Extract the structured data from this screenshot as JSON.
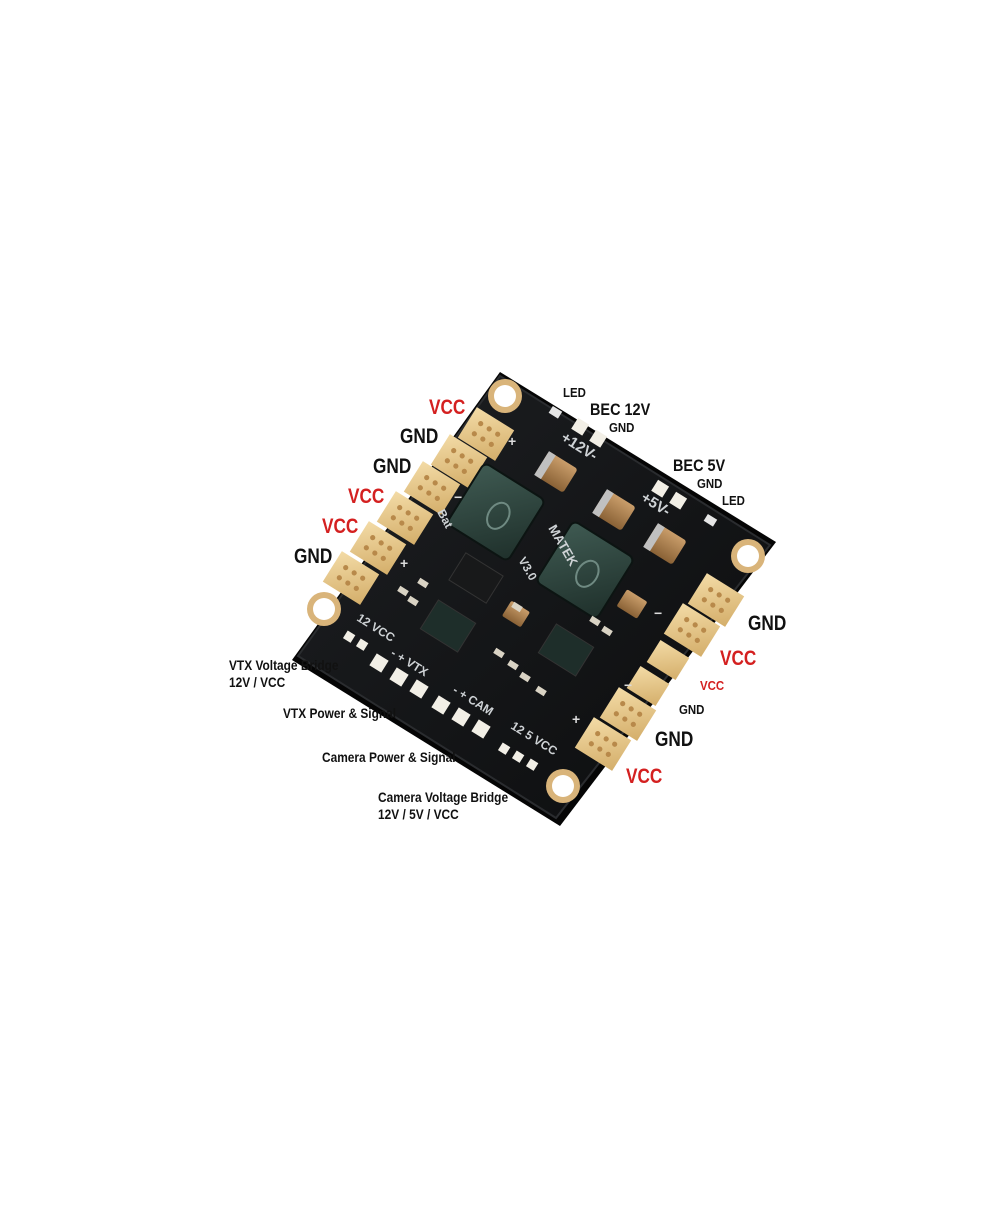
{
  "colors": {
    "vcc": "#d42020",
    "gnd": "#111111",
    "board": "#141517",
    "pad": "#e8c98a"
  },
  "silkscreen": {
    "brand": "MATEK",
    "version": "V3.0",
    "bat": "Bat",
    "v12": "+12V-",
    "v5": "+5V-",
    "vtx_bridge": "12 VCC",
    "vtx": "- + VTX",
    "cam": "- + CAM",
    "cam_bridge": "12 5 VCC"
  },
  "labels": {
    "left_vcc_top": "VCC",
    "left_gnd_1": "GND",
    "left_gnd_2": "GND",
    "left_vcc_2": "VCC",
    "left_vcc_3": "VCC",
    "left_gnd_3": "GND",
    "led_top": "LED",
    "bec12": "BEC 12V",
    "bec12_gnd": "GND",
    "bec5": "BEC 5V",
    "bec5_gnd": "GND",
    "led_right": "LED",
    "right_gnd_1": "GND",
    "right_vcc_1": "VCC",
    "right_vcc_small": "VCC",
    "right_gnd_small": "GND",
    "right_gnd_2": "GND",
    "right_vcc_2": "VCC"
  },
  "descriptions": {
    "vtx_bridge_l1": "VTX Voltage Bridge",
    "vtx_bridge_l2": "12V / VCC",
    "vtx_power": "VTX Power & Signal",
    "cam_power": "Camera Power & Signal",
    "cam_bridge_l1": "Camera Voltage Bridge",
    "cam_bridge_l2": "12V / 5V / VCC"
  }
}
